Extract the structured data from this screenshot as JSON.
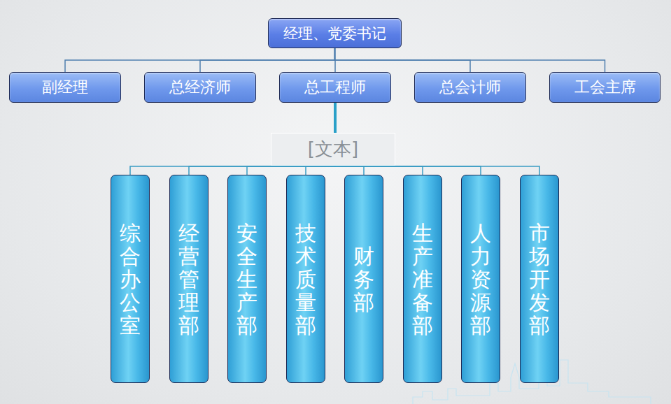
{
  "diagram": {
    "nodes": [
      {
        "text": [
          "经理、党委书记"
        ]
      },
      {
        "text": [
          "副经理"
        ]
      },
      {
        "text": [
          "总经济师"
        ]
      },
      {
        "text": [
          "总工程师"
        ]
      },
      {
        "text": [
          "总会计师"
        ]
      },
      {
        "text": [
          "工会主席"
        ]
      },
      {
        "text": [
          "[文本]"
        ]
      },
      {
        "text": [
          "综合办公室"
        ]
      },
      {
        "text": [
          "经营管理部"
        ]
      },
      {
        "text": [
          "安全生产部"
        ]
      },
      {
        "text": [
          "技术质量部"
        ]
      },
      {
        "text": [
          "财务部"
        ]
      },
      {
        "text": [
          "生产准备部"
        ]
      },
      {
        "text": [
          "人力资源部"
        ]
      },
      {
        "text": [
          "市场开发部"
        ]
      }
    ],
    "edges": [
      {
        "from": 0,
        "to": 1,
        "arrow": "none"
      },
      {
        "from": 0,
        "to": 2,
        "arrow": "none"
      },
      {
        "from": 0,
        "to": 3,
        "arrow": "none"
      },
      {
        "from": 0,
        "to": 4,
        "arrow": "none"
      },
      {
        "from": 0,
        "to": 5,
        "arrow": "none"
      },
      {
        "from": 3,
        "to": 7,
        "arrow": "none"
      },
      {
        "from": 3,
        "to": 8,
        "arrow": "none"
      },
      {
        "from": 3,
        "to": 9,
        "arrow": "none"
      },
      {
        "from": 3,
        "to": 10,
        "arrow": "none"
      },
      {
        "from": 3,
        "to": 11,
        "arrow": "none"
      },
      {
        "from": 3,
        "to": 12,
        "arrow": "none"
      },
      {
        "from": 3,
        "to": 13,
        "arrow": "none"
      },
      {
        "from": 3,
        "to": 14,
        "arrow": "none"
      }
    ]
  }
}
